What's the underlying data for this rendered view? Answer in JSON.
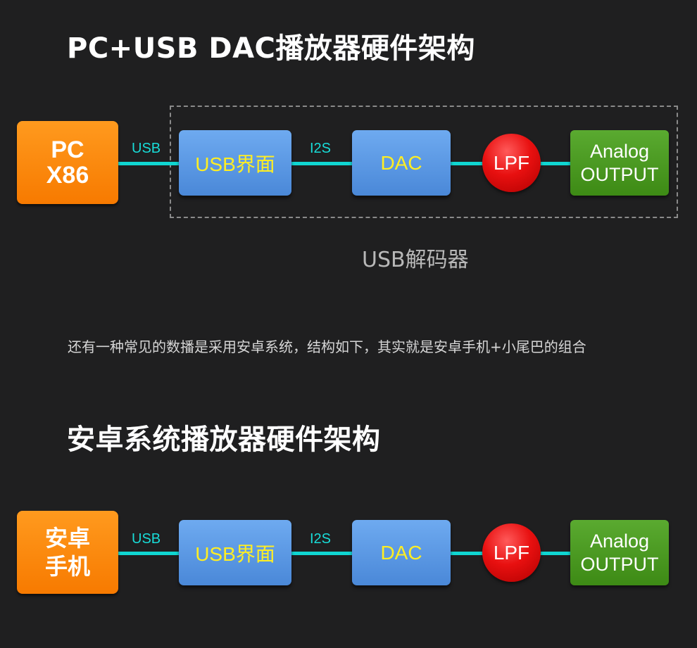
{
  "title1": "PC+USB DAC播放器硬件架构",
  "title2": "安卓系统播放器硬件架构",
  "paragraph": "还有一种常见的数播是采用安卓系统，结构如下，其实就是安卓手机+小尾巴的组合",
  "diagram1": {
    "source": [
      "PC",
      "X86"
    ],
    "link1": "USB",
    "interface": "USB界面",
    "link2": "I2S",
    "dac": "DAC",
    "lpf": "LPF",
    "output": [
      "Analog",
      "OUTPUT"
    ],
    "group_label": "USB解码器"
  },
  "diagram2": {
    "source": [
      "安卓",
      "手机"
    ],
    "link1": "USB",
    "interface": "USB界面",
    "link2": "I2S",
    "dac": "DAC",
    "lpf": "LPF",
    "output": [
      "Analog",
      "OUTPUT"
    ]
  },
  "colors": {
    "background": "#1f1f20",
    "source": "#f77a00",
    "block": "#5b9be6",
    "block_text": "#ffee22",
    "lpf": "#e81010",
    "output": "#4c9a22",
    "link": "#10d6d2"
  }
}
